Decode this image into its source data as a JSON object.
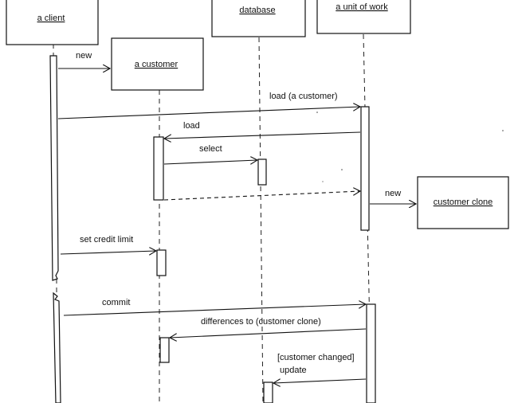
{
  "objects": {
    "client": "a client",
    "customer": "a customer",
    "database": "database",
    "unit_of_work": "a unit of work",
    "customer_clone": "customer clone"
  },
  "messages": {
    "new_customer": "new",
    "load_a_customer": "load (a customer)",
    "load": "load",
    "select": "select",
    "new_clone": "new",
    "set_credit_limit": "set credit limit",
    "commit": "commit",
    "differences_to": "differences to (customer clone)",
    "guard": "[customer changed]",
    "update": "update"
  }
}
